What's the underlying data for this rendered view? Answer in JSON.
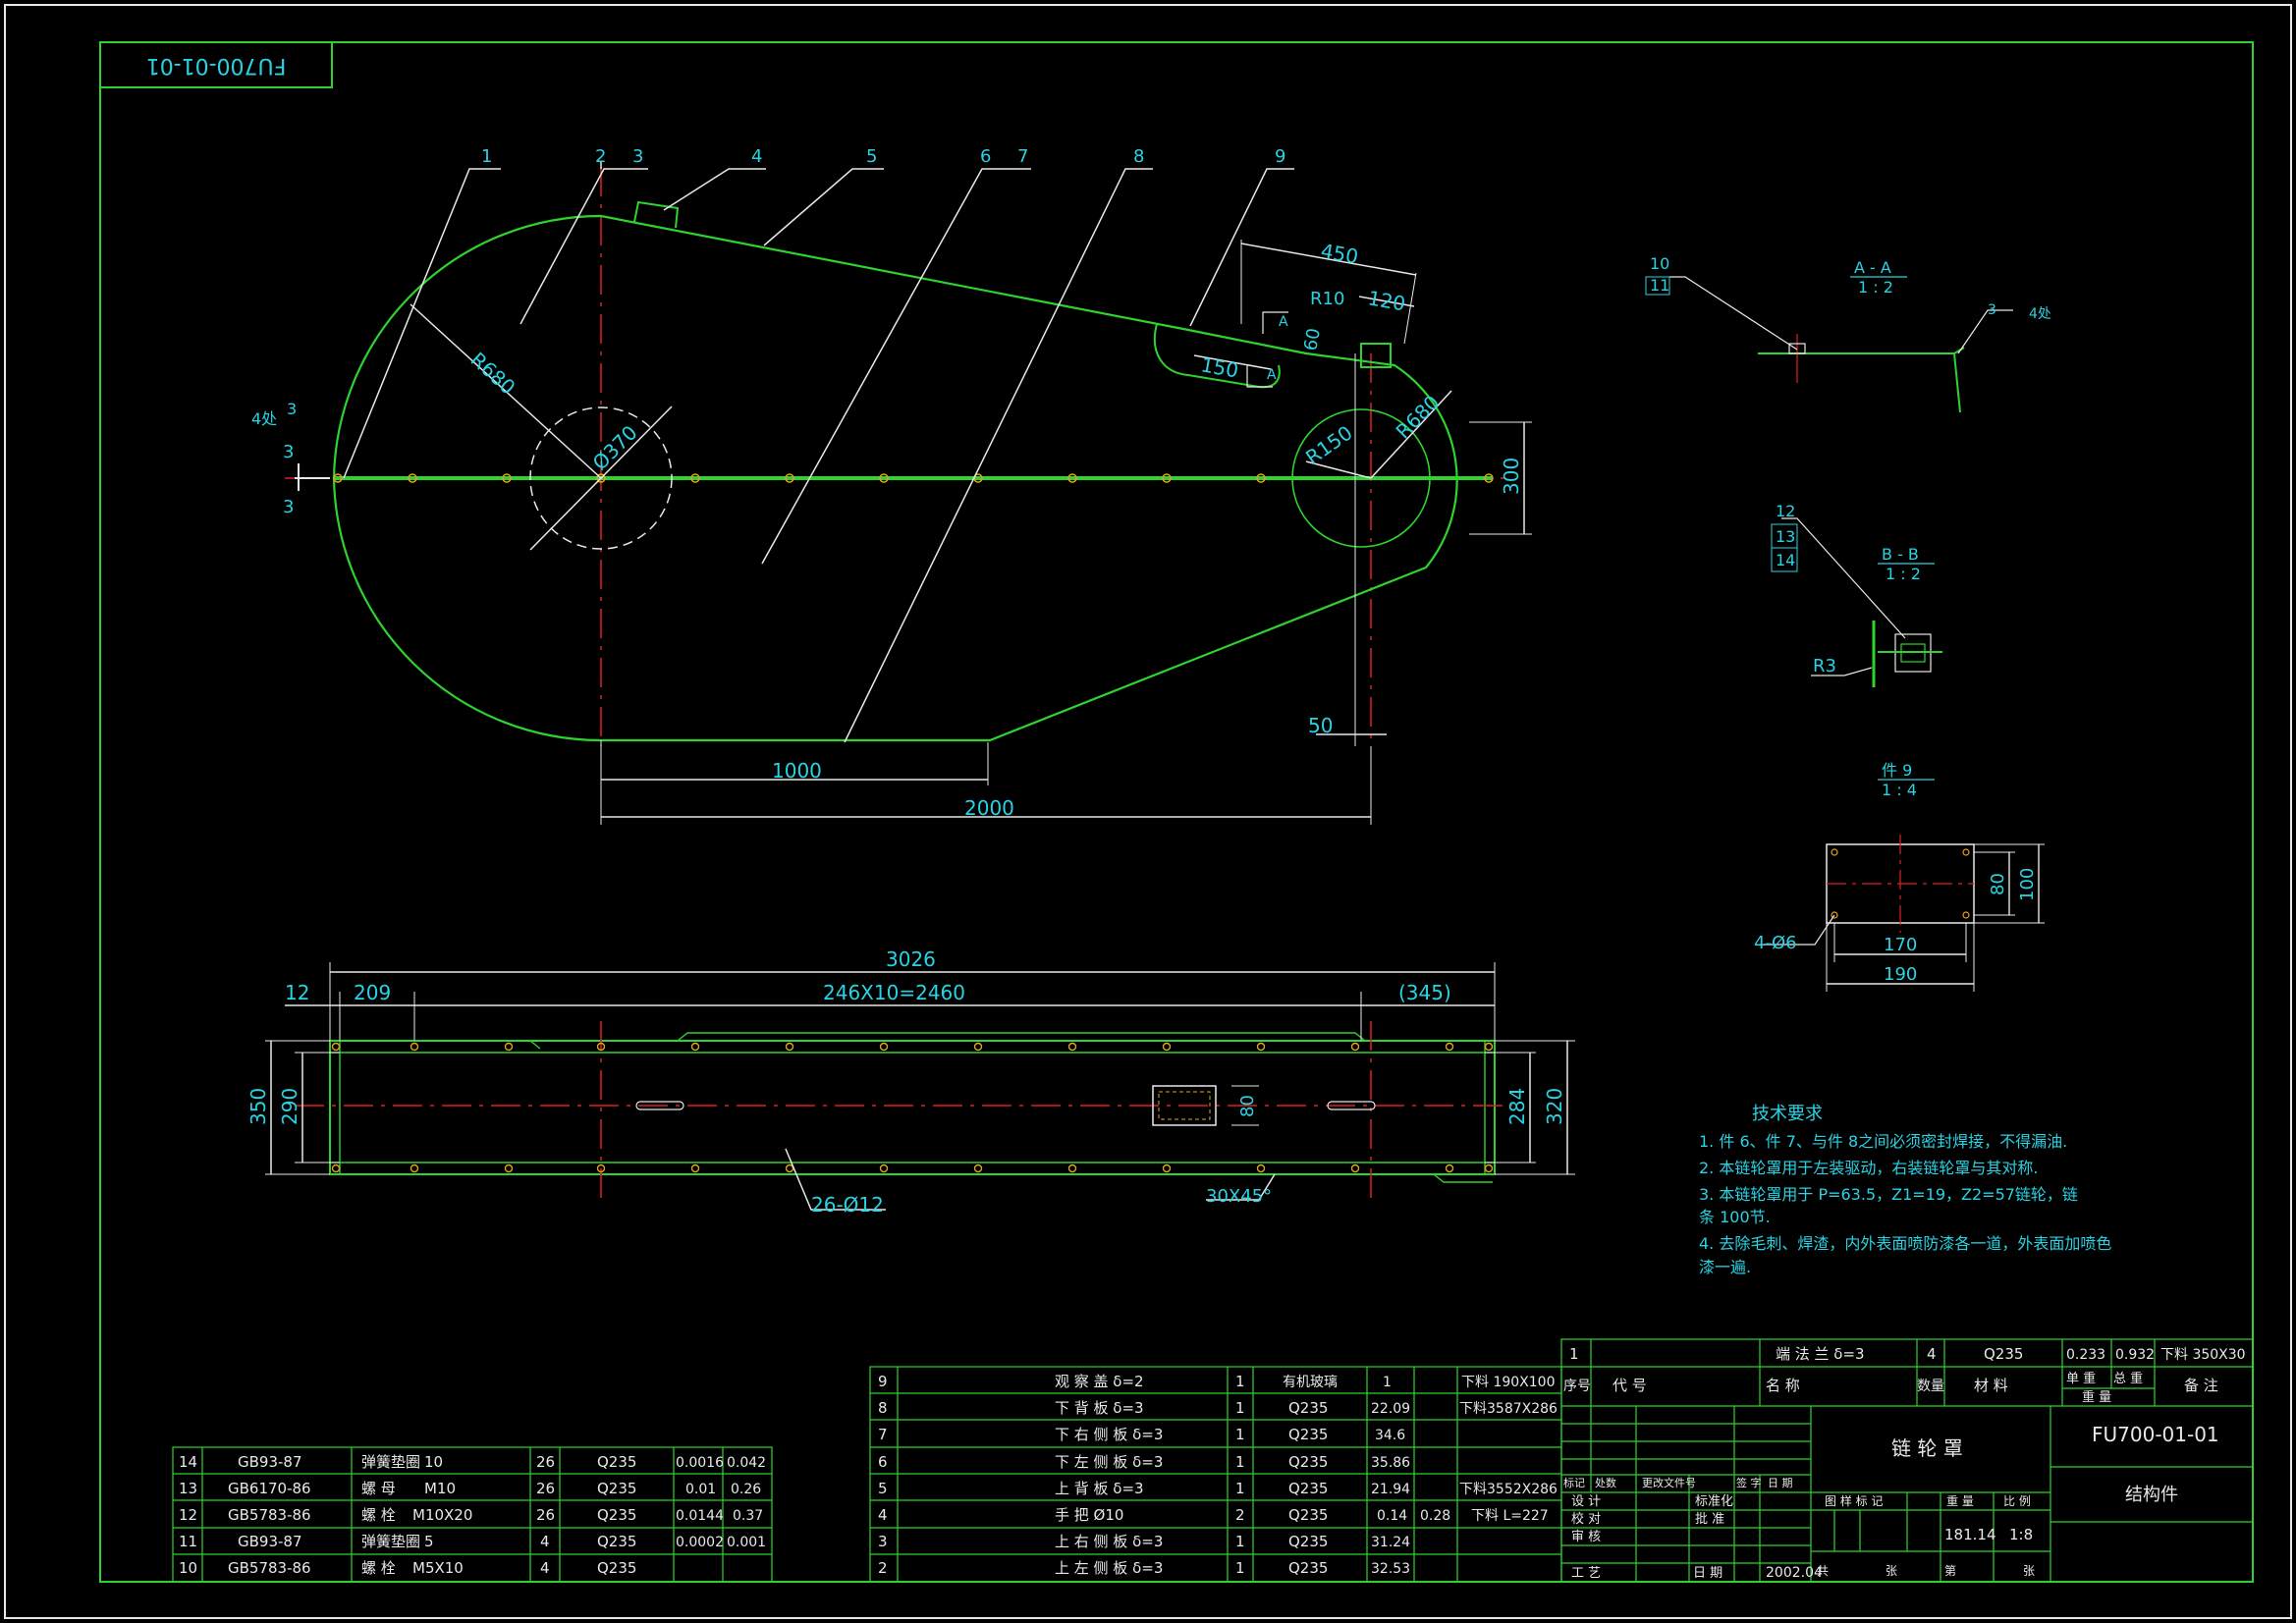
{
  "drawing_number": "FU700-01-01",
  "mirrored_stamp": "FU700-01-01",
  "part_name": "链 轮 罩",
  "part_category": "结构件",
  "scale": "1:8",
  "total_weight": "181.14",
  "date": "2002.04",
  "sections": {
    "aa": {
      "title": "A - A",
      "scale": "1 : 2"
    },
    "bb": {
      "title": "B - B",
      "scale": "1 : 2"
    },
    "p9": {
      "title": "件 9",
      "scale": "1 : 4"
    }
  },
  "callouts": {
    "c1": "1",
    "c2": "2",
    "c3": "3",
    "c4": "4",
    "c5": "5",
    "c6": "6",
    "c7": "7",
    "c8": "8",
    "c9": "9",
    "c10": "10",
    "c11": "11",
    "c12": "12",
    "c13": "13",
    "c14": "14",
    "c3b": "3",
    "c3c": "3"
  },
  "side_view_dims": {
    "r680a": "R680",
    "d370": "Ø370",
    "r680b": "R680",
    "r150": "R150",
    "r10": "R10",
    "d450": "450",
    "d120": "120",
    "d60": "60",
    "d150": "150",
    "d300": "300",
    "d50": "50",
    "d1000": "1000",
    "d2000": "2000",
    "secA1": "A",
    "secA2": "A",
    "four_loc_left": "4处",
    "three_a": "3",
    "three_b": "3",
    "four_loc_aa": "4处"
  },
  "plan_view_dims": {
    "d3026": "3026",
    "d12": "12",
    "d209": "209",
    "pitch": "246X10=2460",
    "d345": "(345)",
    "d350": "350",
    "d290": "290",
    "d284": "284",
    "d320": "320",
    "d80": "80",
    "holes": "26-Ø12",
    "chamfer": "30X45°"
  },
  "bb_dims": {
    "r3": "R3"
  },
  "p9_dims": {
    "d80": "80",
    "d100": "100",
    "d170": "170",
    "d190": "190",
    "holes": "4-Ø6"
  },
  "tech_requirements": {
    "title": "技术要求",
    "lines": [
      "1. 件 6、件 7、与件 8之间必须密封焊接，不得漏油.",
      "2. 本链轮罩用于左装驱动，右装链轮罩与其对称.",
      "3. 本链轮罩用于 P=63.5，Z1=19，Z2=57链轮，链",
      "条 100节.",
      "4. 去除毛刺、焊渣，内外表面喷防漆各一道，外表面加喷色",
      "漆一遍."
    ]
  },
  "bom_left": [
    {
      "no": "14",
      "code": "GB93-87",
      "name": "弹簧垫圈",
      "spec": "10",
      "qty": "26",
      "mat": "Q235",
      "w1": "0.0016",
      "w2": "0.042"
    },
    {
      "no": "13",
      "code": "GB6170-86",
      "name": "螺 母",
      "spec": "M10",
      "qty": "26",
      "mat": "Q235",
      "w1": "0.01",
      "w2": "0.26"
    },
    {
      "no": "12",
      "code": "GB5783-86",
      "name": "螺 栓",
      "spec": "M10X20",
      "qty": "26",
      "mat": "Q235",
      "w1": "0.0144",
      "w2": "0.37"
    },
    {
      "no": "11",
      "code": "GB93-87",
      "name": "弹簧垫圈",
      "spec": "5",
      "qty": "4",
      "mat": "Q235",
      "w1": "0.0002",
      "w2": "0.001"
    },
    {
      "no": "10",
      "code": "GB5783-86",
      "name": "螺 栓",
      "spec": "M5X10",
      "qty": "4",
      "mat": "Q235",
      "w1": "",
      "w2": ""
    }
  ],
  "bom_mid": [
    {
      "no": "9",
      "name": "观 察 盖 δ=2",
      "qty": "1",
      "mat": "有机玻璃",
      "w1": "1",
      "w2": "",
      "note": "下料 190X100"
    },
    {
      "no": "8",
      "name": "下 背 板 δ=3",
      "qty": "1",
      "mat": "Q235",
      "w1": "22.09",
      "w2": "",
      "note": "下料3587X286"
    },
    {
      "no": "7",
      "name": "下 右 侧 板 δ=3",
      "qty": "1",
      "mat": "Q235",
      "w1": "34.6",
      "w2": "",
      "note": ""
    },
    {
      "no": "6",
      "name": "下 左 侧 板 δ=3",
      "qty": "1",
      "mat": "Q235",
      "w1": "35.86",
      "w2": "",
      "note": ""
    },
    {
      "no": "5",
      "name": "上 背 板 δ=3",
      "qty": "1",
      "mat": "Q235",
      "w1": "21.94",
      "w2": "",
      "note": "下料3552X286"
    },
    {
      "no": "4",
      "name": "手 把 Ø10",
      "qty": "2",
      "mat": "Q235",
      "w1": "0.14",
      "w2": "0.28",
      "note": "下料 L=227"
    },
    {
      "no": "3",
      "name": "上 右 侧 板 δ=3",
      "qty": "1",
      "mat": "Q235",
      "w1": "31.24",
      "w2": "",
      "note": ""
    },
    {
      "no": "2",
      "name": "上 左 侧 板 δ=3",
      "qty": "1",
      "mat": "Q235",
      "w1": "32.53",
      "w2": "",
      "note": ""
    }
  ],
  "bom_top": {
    "no": "1",
    "name": "端 法 兰 δ=3",
    "qty": "4",
    "mat": "Q235",
    "w1": "0.233",
    "w2": "0.932",
    "note": "下料 350X30"
  },
  "bom_header": {
    "no": "序号",
    "code": "代 号",
    "name": "名 称",
    "qty": "数量",
    "mat": "材 料",
    "unit_w": "单 重",
    "total_w": "总 重",
    "weight": "重 量",
    "note": "备 注"
  },
  "title_block": {
    "mark": "标记",
    "count": "处数",
    "doc": "更改文件号",
    "sign": "签 字",
    "date_h": "日 期",
    "design": "设 计",
    "check": "校 对",
    "review": "审 核",
    "craft": "工 艺",
    "std": "标准化",
    "approve": "批 准",
    "date_l": "日 期",
    "stage": "图 样 标 记",
    "weight_h": "重 量",
    "scale_h": "比 例",
    "sheets_total": "共",
    "sheet_word1": "张",
    "sheet_of": "第",
    "sheet_word2": "张"
  }
}
